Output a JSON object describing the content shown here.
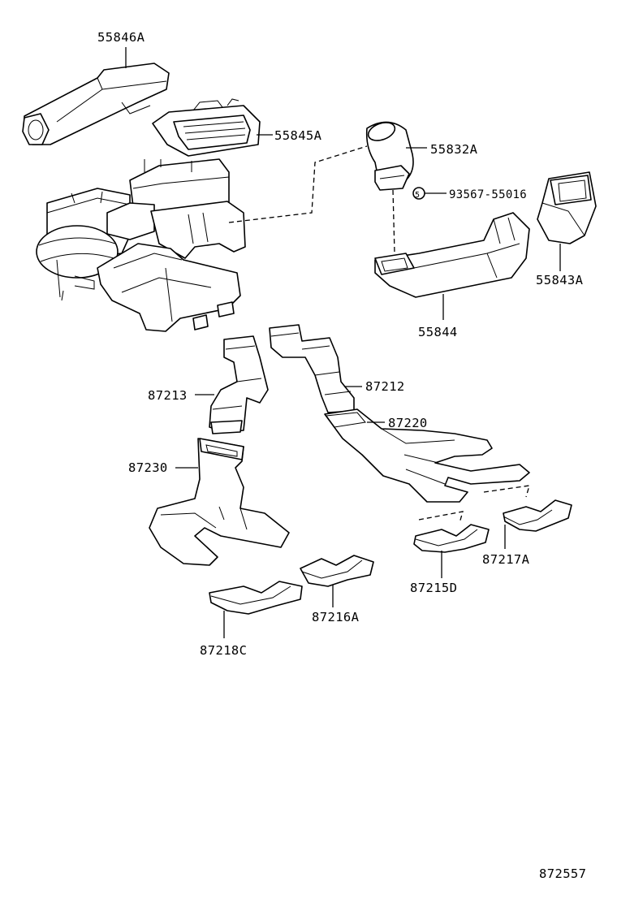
{
  "labels": {
    "p55846A": "55846A",
    "p55845A": "55845A",
    "p55832A": "55832A",
    "p93567": "93567-55016",
    "clip_mark": "5",
    "p55843A": "55843A",
    "p55844": "55844",
    "p87212": "87212",
    "p87213": "87213",
    "p87220": "87220",
    "p87230": "87230",
    "p87217A": "87217A",
    "p87215D": "87215D",
    "p87216A": "87216A",
    "p87218C": "87218C"
  },
  "figure_code": "872557"
}
